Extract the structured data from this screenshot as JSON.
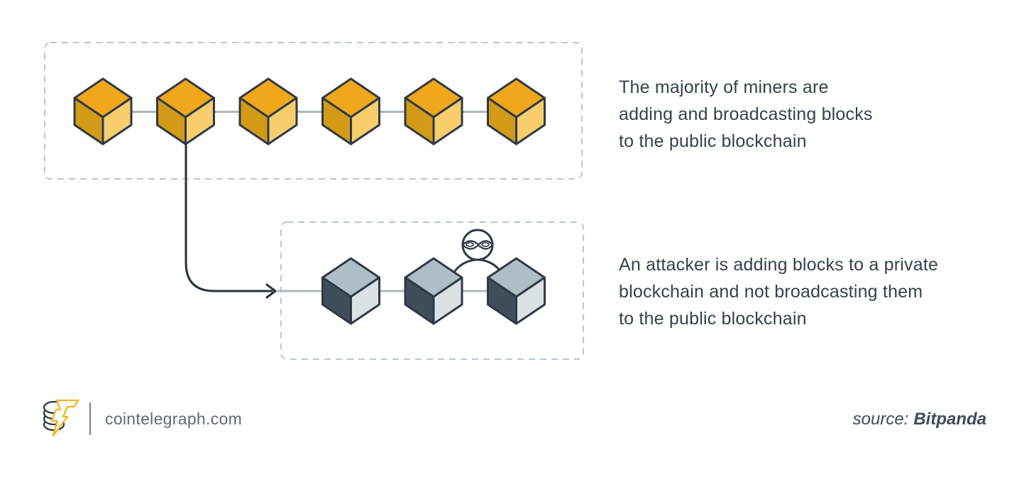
{
  "diagram": {
    "public_chain": {
      "caption": "The majority of miners are\nadding and broadcasting blocks\nto the public blockchain",
      "block_count": 6
    },
    "private_chain": {
      "caption": "An attacker is adding blocks to a private\nblockchain and not broadcasting them\nto the public blockchain",
      "block_count": 3
    },
    "colors": {
      "public_block_top": "#F0A71C",
      "public_block_left": "#D29A16",
      "public_block_right": "#F8CE6C",
      "private_block_top": "#AFBEC6",
      "private_block_left": "#3F4E5A",
      "private_block_right": "#DAE2E6",
      "outline": "#2E3A45",
      "chain_link": "#AFB7BD",
      "dashed_border": "#B9C7CE",
      "arrow": "#26313A",
      "caption_text": "#35424D",
      "footer_text": "#5F6B74",
      "source_text": "#3D4C59",
      "logo_bolt": "#F6B41E"
    }
  },
  "footer": {
    "site": "cointelegraph.com",
    "source_label": "source:",
    "source_name": "Bitpanda"
  }
}
